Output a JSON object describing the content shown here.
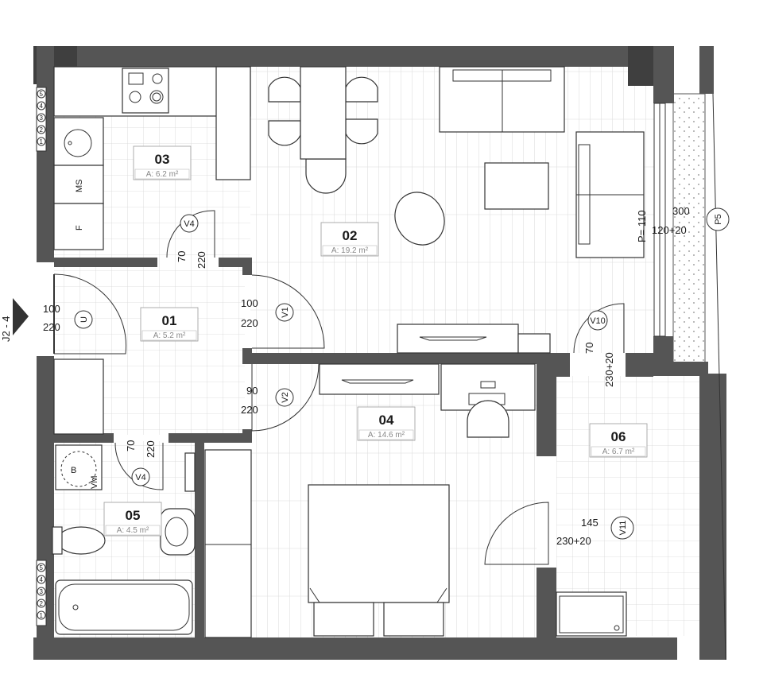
{
  "rooms": [
    {
      "id": "01",
      "area": "A: 5.2 m²"
    },
    {
      "id": "02",
      "area": "A: 19.2 m²"
    },
    {
      "id": "03",
      "area": "A: 6.2 m²"
    },
    {
      "id": "04",
      "area": "A: 14.6 m²"
    },
    {
      "id": "05",
      "area": "A: 4.5 m²"
    },
    {
      "id": "06",
      "area": "A: 6.7 m²"
    }
  ],
  "doors": {
    "entry": {
      "width": "100",
      "height": "220",
      "tag": "U"
    },
    "V1": {
      "tag": "V1",
      "width": "100",
      "height": "220"
    },
    "V2": {
      "tag": "V2",
      "width": "90",
      "height": "220"
    },
    "V4_kitchen": {
      "tag": "V4",
      "width": "70",
      "height": "220"
    },
    "V4_bath": {
      "tag": "V4",
      "width": "70",
      "height": "220"
    },
    "V10": {
      "tag": "V10",
      "width": "70",
      "height": "230+20"
    },
    "V11": {
      "tag": "V11",
      "width": "145",
      "height": "230+20"
    }
  },
  "window_P5": {
    "tag": "P5",
    "width": "300",
    "height": "120+20",
    "sill": "P= 110"
  },
  "section": {
    "label": "J2 - 4"
  },
  "fixtures": {
    "ms": "MS",
    "f": "F",
    "vm": "VM",
    "b": "B"
  },
  "stairs": {
    "numbers": [
      "5",
      "4",
      "3",
      "2",
      "1"
    ]
  }
}
